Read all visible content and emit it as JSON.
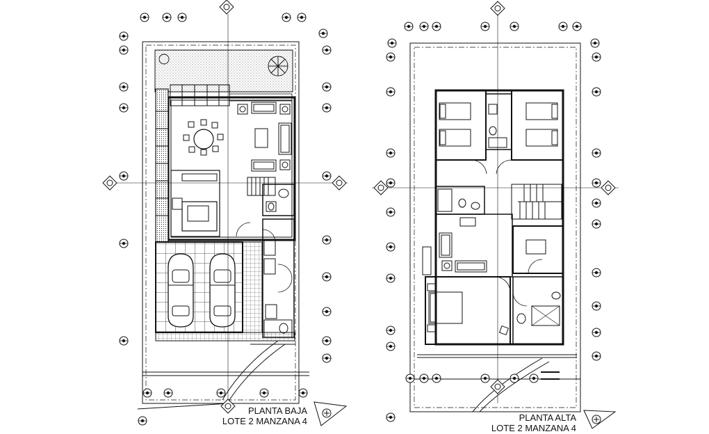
{
  "plans": [
    {
      "key": "planta-baja",
      "title_line1": "PLANTA BAJA",
      "title_line2": "LOTE 2 MANZANA 4"
    },
    {
      "key": "planta-alta",
      "title_line1": "PLANTA ALTA",
      "title_line2": "LOTE 2 MANZANA 4"
    }
  ],
  "north_symbol": "north-arrow-icon",
  "colors": {
    "ink": "#111111",
    "paper": "#ffffff",
    "hatch": "#333333"
  }
}
